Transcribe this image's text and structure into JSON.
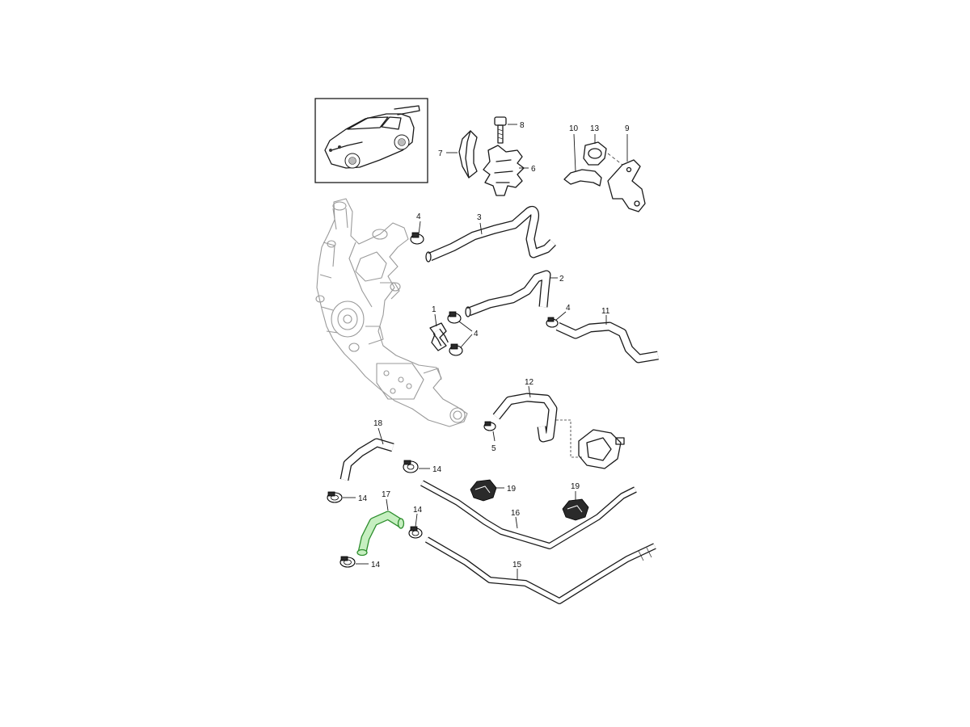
{
  "diagram": {
    "labels": {
      "p1": "1",
      "p2": "2",
      "p3": "3",
      "p4a": "4",
      "p4b": "4",
      "p4c": "4",
      "p5": "5",
      "p6": "6",
      "p7": "7",
      "p8": "8",
      "p9": "9",
      "p10": "10",
      "p11": "11",
      "p12": "12",
      "p13": "13",
      "p14a": "14",
      "p14b": "14",
      "p14c": "14",
      "p14d": "14",
      "p15": "15",
      "p16": "16",
      "p17": "17",
      "p18": "18",
      "p19a": "19",
      "p19b": "19"
    },
    "highlight_color": "#2f8f2f",
    "highlighted_part": "17"
  }
}
